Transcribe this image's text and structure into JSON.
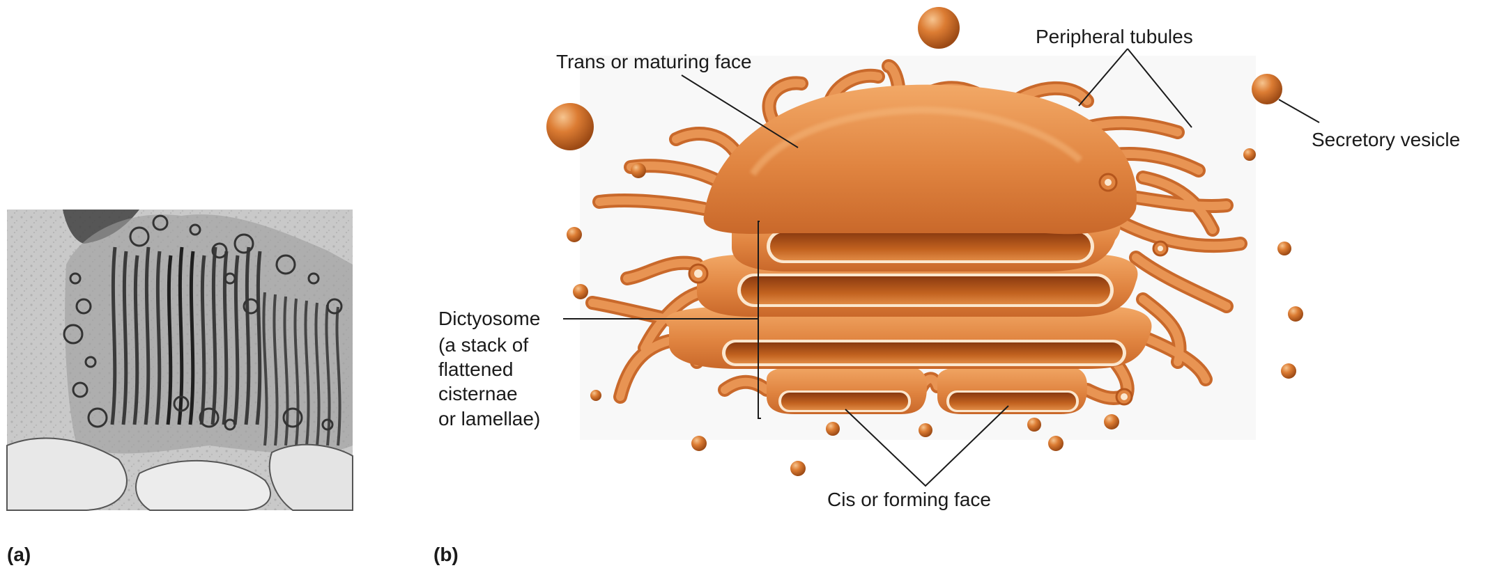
{
  "panels": {
    "a": {
      "letter": "(a)"
    },
    "b": {
      "letter": "(b)"
    }
  },
  "labels": {
    "trans_face": "Trans or maturing face",
    "peripheral_tubules": "Peripheral tubules",
    "secretory_vesicle": "Secretory vesicle",
    "dictyosome_lines": [
      "Dictyosome",
      "(a stack of",
      "flattened",
      "cisternae",
      "or lamellae)"
    ],
    "cis_face": "Cis or forming face"
  },
  "colors": {
    "membrane": "#e0843f",
    "membrane_dark": "#b5561c",
    "lumen_light": "#fbe7cf",
    "vesicle": "#d9772f",
    "micrograph_bg": "#c9c9c9",
    "leader_line": "#1a1a1a",
    "text": "#1a1a1a"
  }
}
